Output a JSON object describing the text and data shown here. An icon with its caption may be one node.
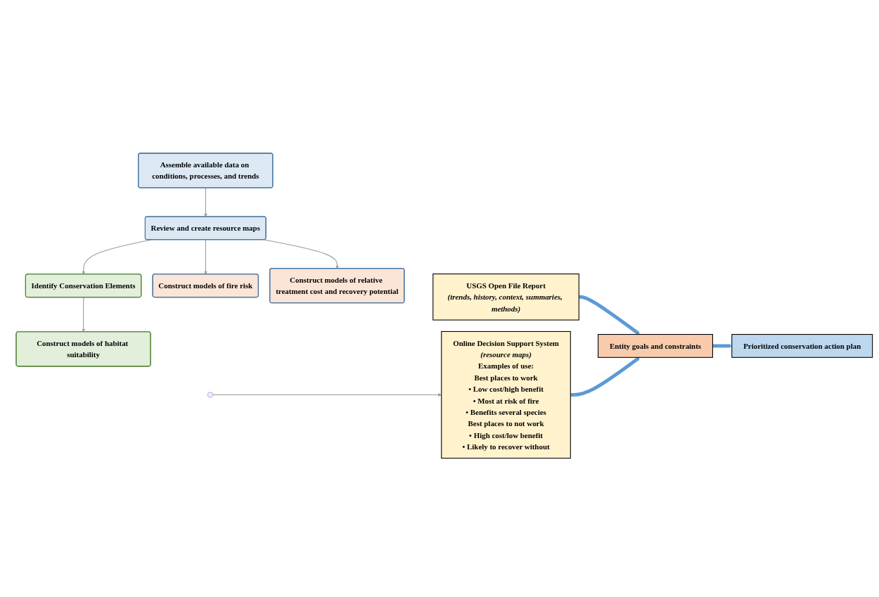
{
  "diagram": {
    "nodes": [
      {
        "text": [
          "Assemble available data on conditions, processes, and trends"
        ]
      },
      {
        "text": [
          "Review and create resource maps"
        ]
      },
      {
        "text": [
          "Identify Conservation Elements"
        ]
      },
      {
        "text": [
          "Construct models of habitat suitability"
        ]
      },
      {
        "text": [
          "Construct models of fire risk"
        ]
      },
      {
        "text": [
          "Construct models of relative treatment cost and recovery potential"
        ]
      },
      {
        "text": [
          "USGS Open File Report",
          "(trends, history, context, summaries, methods)"
        ]
      },
      {
        "text": [
          "Online Decision Support System",
          "(resource maps)",
          "Examples of use:",
          "Best places to work",
          "• Low cost/high benefit",
          "• Most at risk of fire",
          "• Benefits several species",
          "Best places to not work",
          "• High cost/low benefit",
          "• Likely to recover without"
        ]
      },
      {
        "text": [
          "Entity goals and constraints"
        ]
      },
      {
        "text": [
          "Prioritized conservation action plan"
        ]
      }
    ],
    "edges": [
      {
        "from": 0,
        "to": 1,
        "arrow": "to"
      },
      {
        "from": 1,
        "to": 2,
        "arrow": "to"
      },
      {
        "from": 2,
        "to": 3,
        "arrow": "to"
      },
      {
        "from": 1,
        "to": 4,
        "arrow": "to"
      },
      {
        "from": 1,
        "to": 5,
        "arrow": "to"
      },
      {
        "from": null,
        "to": 7,
        "arrow": "to"
      },
      {
        "from": 6,
        "to": 8,
        "arrow": "to",
        "style": "thick",
        "color": "#5b9bd5"
      },
      {
        "from": 7,
        "to": 8,
        "arrow": "to",
        "style": "thick",
        "color": "#5b9bd5"
      },
      {
        "from": 8,
        "to": 9,
        "arrow": "to",
        "style": "thick",
        "color": "#5b9bd5"
      }
    ]
  }
}
